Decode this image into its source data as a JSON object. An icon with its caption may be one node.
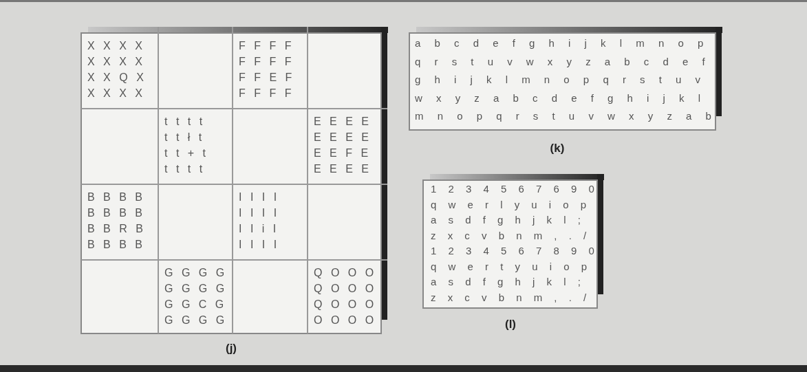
{
  "diagram": {
    "labels": [
      "X X X X",
      "X X X X",
      "X X Q X",
      "X X X X",
      "F F F F",
      "F F F F",
      "F F E F",
      "F F F F",
      "t t t t",
      "t t ł t",
      "t t + t",
      "t t t t",
      "E E E E",
      "E E E E",
      "E E F E",
      "E E E E",
      "B B B B",
      "B B B B",
      "B B R B",
      "B B B B",
      "I I I I",
      "I I I I",
      "I I i I",
      "I I I I",
      "G G G G",
      "G G G G",
      "G G C G",
      "G G G G",
      "Q O O O",
      "Q O O O",
      "Q O O O",
      "O O O O",
      "(j)",
      "a b c d e f g h i j k l m n o p",
      "q r s t u v w x y z a b c d e f",
      "g h i j k l m n o p q r s t u v",
      "w x y z a b c d e f g h i j k l",
      "m n o p q r s t u v w x y z a b",
      "(k)",
      "1 2 3 4 5 6 7 6 9 0",
      "q w e r l y u i o p",
      "a s d f g h j k l ;",
      "z x c v b n m , . /",
      "1 2 3 4 5 6 7 8 9 0",
      "q w e r t y u i o p",
      "a s d f g h j k l ;",
      "z x c v b n m , . /",
      "(l)"
    ]
  }
}
